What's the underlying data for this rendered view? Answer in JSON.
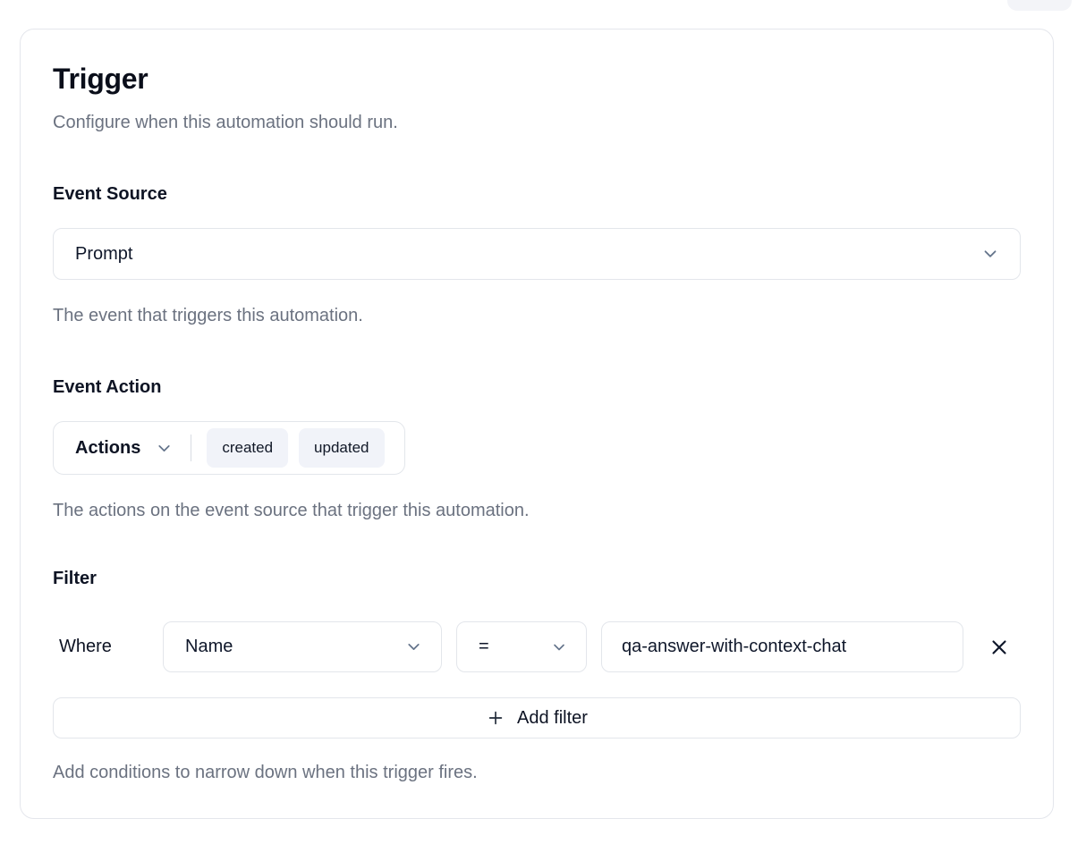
{
  "card": {
    "title": "Trigger",
    "subtitle": "Configure when this automation should run."
  },
  "event_source": {
    "label": "Event Source",
    "selected_value": "Prompt",
    "help": "The event that triggers this automation."
  },
  "event_action": {
    "label": "Event Action",
    "dropdown_label": "Actions",
    "chips": [
      "created",
      "updated"
    ],
    "help": "The actions on the event source that trigger this automation."
  },
  "filter": {
    "label": "Filter",
    "where_label": "Where",
    "rows": [
      {
        "field": "Name",
        "operator": "=",
        "value": "qa-answer-with-context-chat"
      }
    ],
    "add_filter_label": "Add filter",
    "help": "Add conditions to narrow down when this trigger fires."
  },
  "colors": {
    "text_primary": "#0f172a",
    "text_muted": "#6b7280",
    "border": "#e3e6eb",
    "chip_bg": "#f1f3f9"
  }
}
